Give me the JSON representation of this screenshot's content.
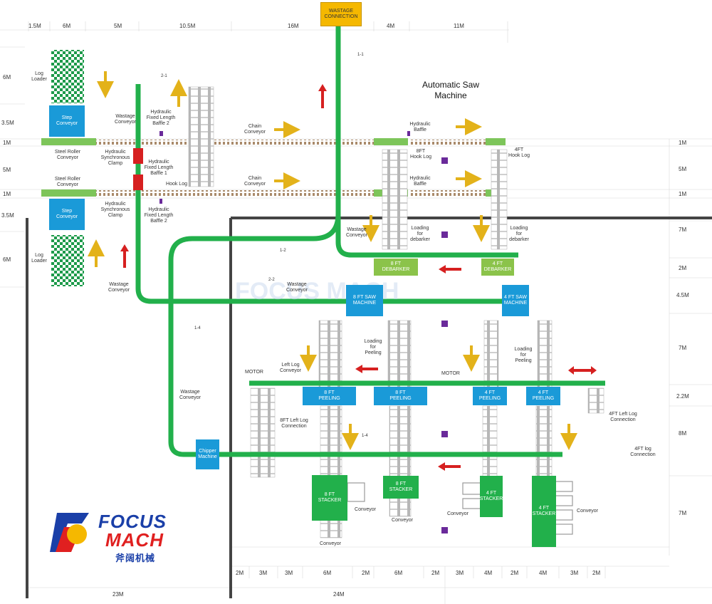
{
  "title": "Automatic Saw\nMachine",
  "top_dims": [
    "1.5M",
    "6M",
    "5M",
    "10.5M",
    "16M",
    "4M",
    "11M"
  ],
  "left_dims": [
    "6M",
    "3.5M",
    "1M",
    "5M",
    "1M",
    "3.5M",
    "6M"
  ],
  "right_dims": [
    "1M",
    "5M",
    "1M",
    "7M",
    "2M",
    "4.5M",
    "7M",
    "2.2M",
    "8M",
    "7M"
  ],
  "bottom_dims": [
    "2M",
    "3M",
    "3M",
    "6M",
    "2M",
    "6M",
    "2M",
    "3M",
    "4M",
    "2M",
    "4M",
    "3M",
    "2M"
  ],
  "bottom_totals": [
    "23M",
    "24M"
  ],
  "boxes": {
    "wastage_connection": "WASTAGE\nCONNECTION",
    "step_conveyor_top": "Step\nConveyor",
    "step_conveyor_bottom": "Step\nConveyor",
    "debarker_8ft": "8 FT\nDEBARKER",
    "debarker_4ft": "4 FT\nDEBARKER",
    "saw_8ft": "8 FT SAW\nMACHINE",
    "saw_4ft": "4 FT SAW\nMACHINE",
    "peeling_8ft_a": "8 FT\nPEELING",
    "peeling_8ft_b": "8 FT\nPEELING",
    "peeling_4ft_a": "4 FT\nPEELING",
    "peeling_4ft_b": "4 FT\nPEELING",
    "chipper": "Chipper\nMachine",
    "stacker_8ft_a": "8 FT\nSTACKER",
    "stacker_8ft_b": "8 FT\nSTACKER",
    "stacker_4ft_a": "4 FT\nSTACKER",
    "stacker_4ft_b": "4 FT\nSTACKER"
  },
  "labels": {
    "log_loader_top": "Log\nLoader",
    "log_loader_bottom": "Log\nLoader",
    "wastage_conveyor_1": "Wastage\nConveyor",
    "wastage_conveyor_2": "Wastage\nConveyor",
    "wastage_conveyor_3": "Wastage\nConveyor",
    "wastage_conveyor_4": "Wastage\nConveyor",
    "wastage_conveyor_5": "Wastage\nConveyor",
    "hyd_baffle2_top": "Hydraulic\nFixed Length\nBaffle 2",
    "hyd_baffle1": "Hydraulic\nFixed Length\nBaffle 1",
    "hyd_baffle2_bottom": "Hydraulic\nFixed Length\nBaffle 2",
    "steel_roller_top": "Steel Roller\nConveyor",
    "steel_roller_bottom": "Steel Roller\nConveyor",
    "hyd_clamp_top": "Hydraulic\nSynchronous\nClamp",
    "hyd_clamp_bottom": "Hydraulic\nSynchronous\nClamp",
    "chain_conveyor_top": "Chain\nConveyor",
    "chain_conveyor_bottom": "Chain\nConveyor",
    "hook_log": "Hook Log",
    "hyd_baffle_right_top": "Hydraulic\nBaffle",
    "hyd_baffle_right_bottom": "Hydraulic\nBaffle",
    "hook_log_8ft": "8FT\nHook Log",
    "hook_log_4ft": "4FT\nHook Log",
    "loading_debarker_a": "Loading\nfor\ndebarker",
    "loading_debarker_b": "Loading\nfor\ndebarker",
    "loading_peeling_a": "Loading\nfor\nPeeling",
    "loading_peeling_b": "Loading\nfor\nPeeling",
    "left_log_conveyor": "Left Log\nConveyor",
    "motor_left": "MOTOR",
    "motor_right": "MOTOR",
    "left_log_connection_8ft": "8FT Left Log\nConnection",
    "left_log_connection_4ft": "4FT Left Log\nConnection",
    "log_connection_4ft": "4FT log\nConnection",
    "conveyor_1": "Conveyor",
    "conveyor_2": "Conveyor",
    "conveyor_3": "Conveyor",
    "conveyor_4": "Conveyor",
    "conveyor_5": "Conveyor"
  },
  "tags": [
    "1-1",
    "2-1",
    "1-2",
    "2-2",
    "1-4",
    "1-4"
  ],
  "logo": {
    "word1": "FOCUS",
    "word2": "MACH",
    "cn": "斧阔机械"
  },
  "colors": {
    "green_conveyor": "#22b04b",
    "blue_machine": "#1a9ad8",
    "arrow_yellow": "#e3b21a",
    "arrow_red": "#d62020",
    "wastage_yellow": "#f5b800"
  }
}
